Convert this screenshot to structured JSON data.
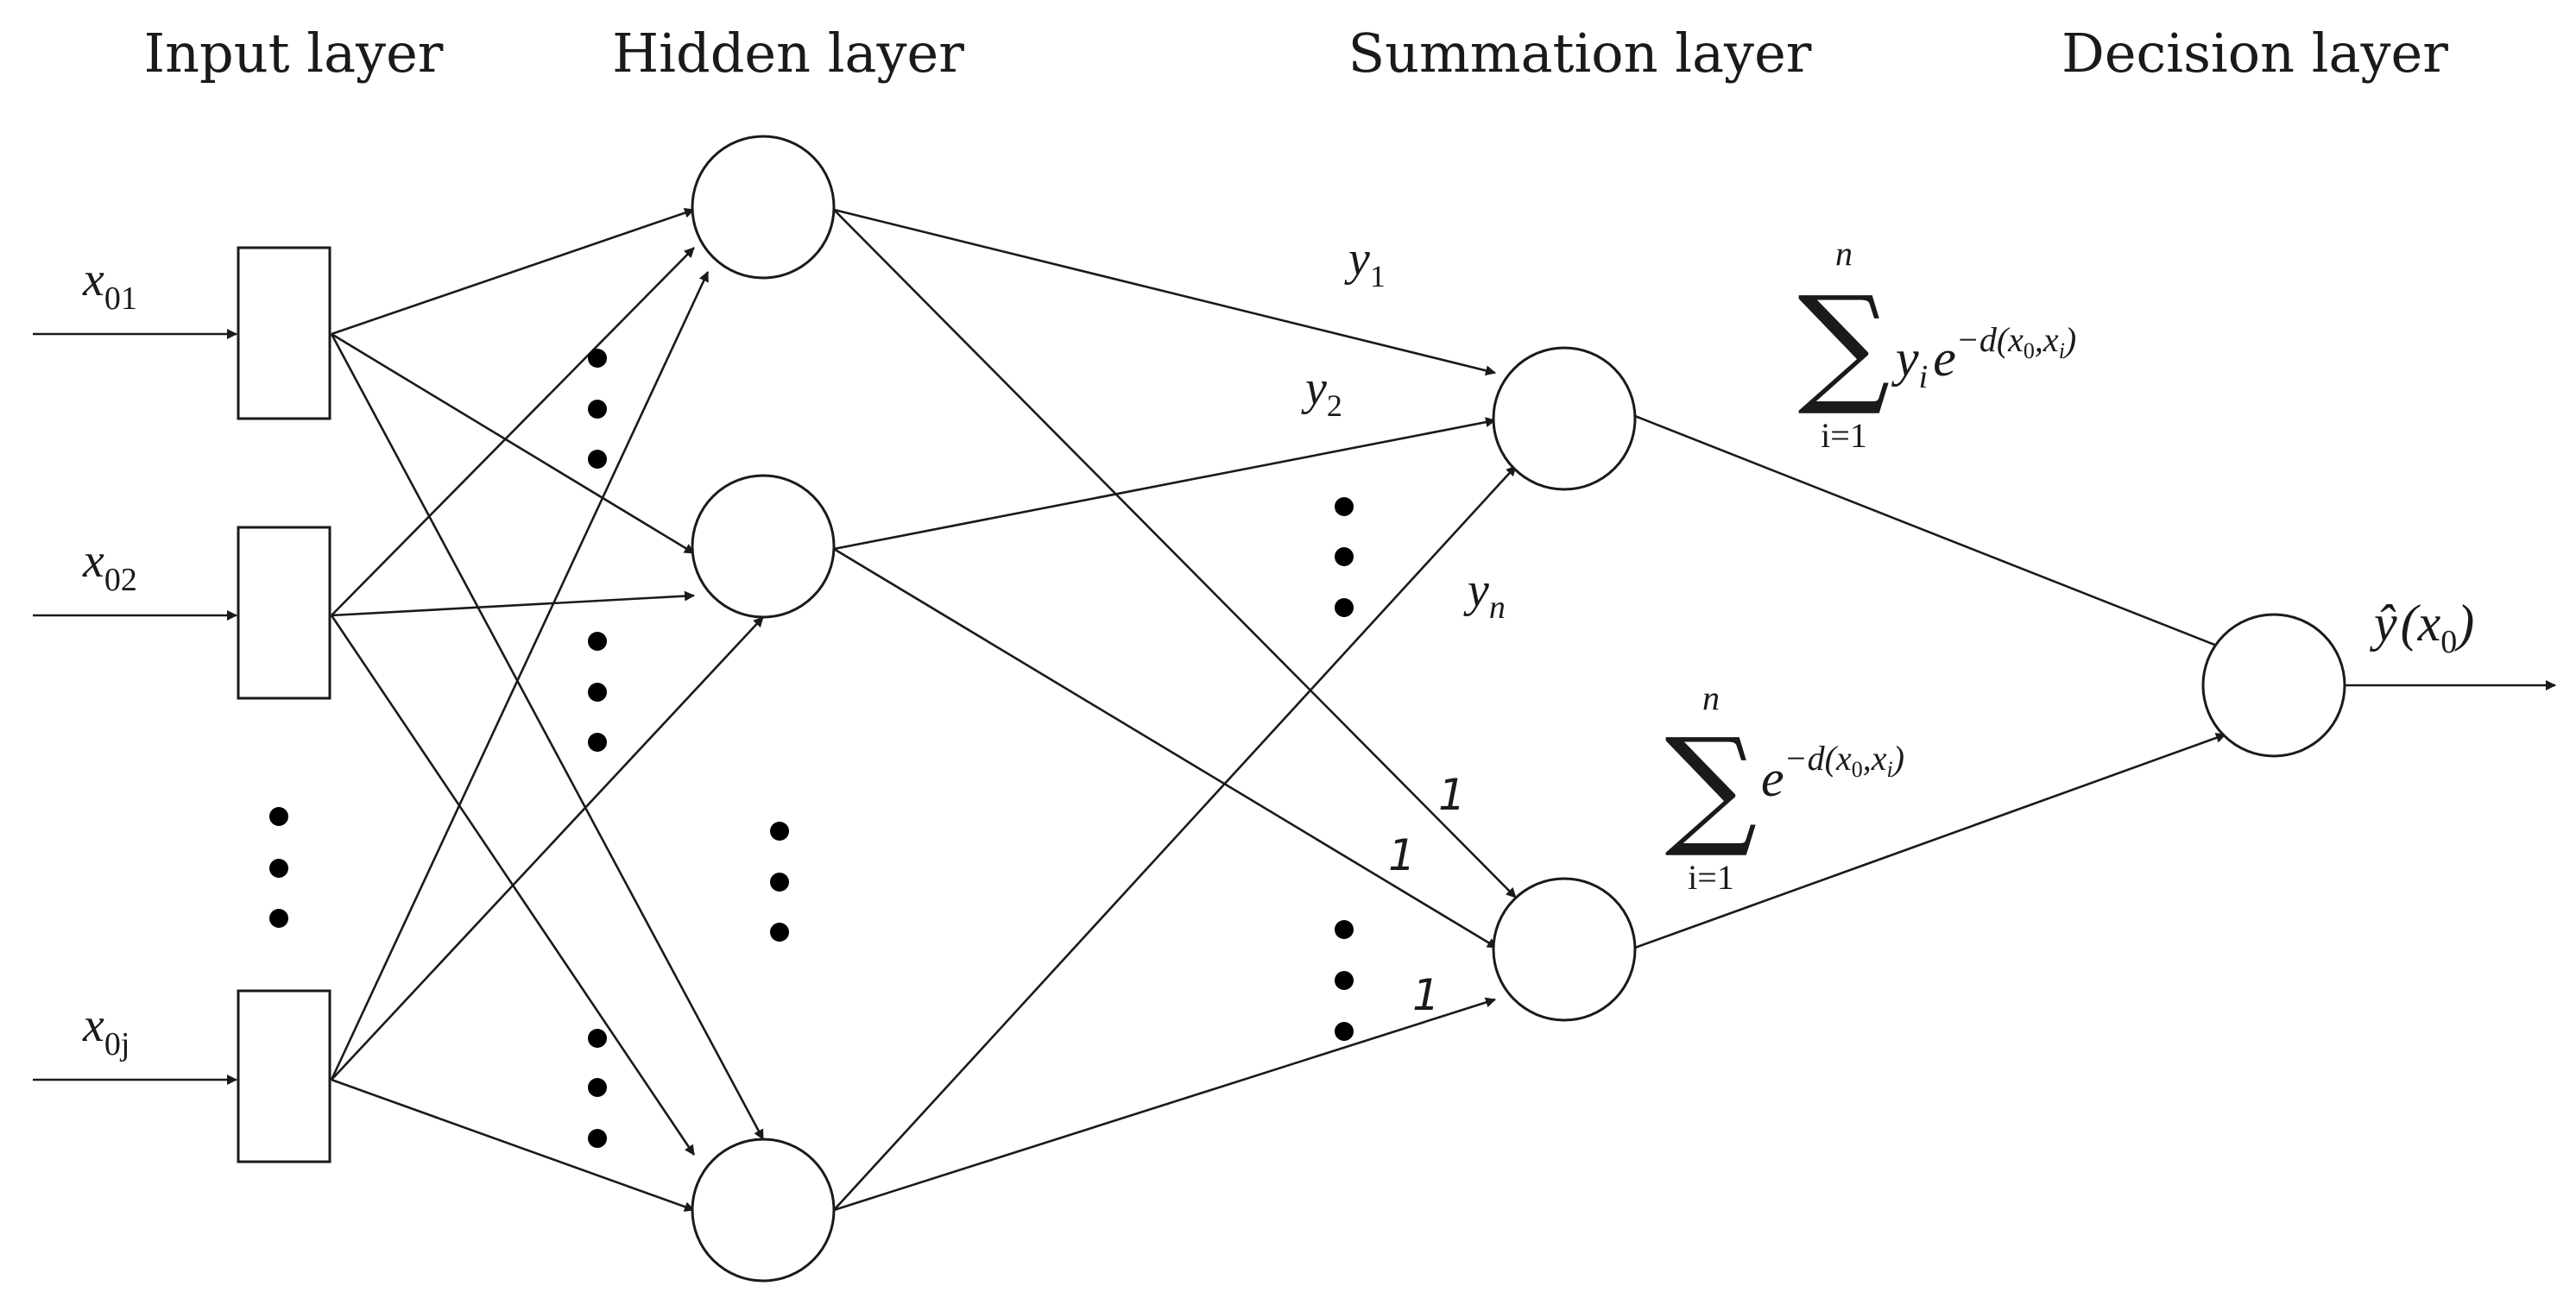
{
  "headers": {
    "input": "Input layer",
    "hidden": "Hidden layer",
    "summation": "Summation layer",
    "decision": "Decision layer"
  },
  "inputs": [
    {
      "base": "x",
      "sub": "01"
    },
    {
      "base": "x",
      "sub": "02"
    },
    {
      "base": "x",
      "sub": "0j"
    }
  ],
  "edge_labels": {
    "y1": {
      "base": "y",
      "sub": "1"
    },
    "y2": {
      "base": "y",
      "sub": "2"
    },
    "yn": {
      "base": "y",
      "sub": "n"
    },
    "ones": [
      "1",
      "1",
      "1"
    ]
  },
  "formula_numerator": {
    "sigma": "∑",
    "upper": "n",
    "lower": "i=1",
    "y": "y",
    "y_sub": "i",
    "e": "e",
    "exp": "−d(x",
    "exp_sub0": "0",
    "exp_mid": ",x",
    "exp_subi": "i",
    "exp_end": ")"
  },
  "formula_denominator": {
    "sigma": "∑",
    "upper": "n",
    "lower": "i=1",
    "e": "e",
    "exp": "−d(x",
    "exp_sub0": "0",
    "exp_mid": ",x",
    "exp_subi": "i",
    "exp_end": ")"
  },
  "output": {
    "hat": "ŷ",
    "open": "(x",
    "sub": "0",
    "close": ")"
  }
}
